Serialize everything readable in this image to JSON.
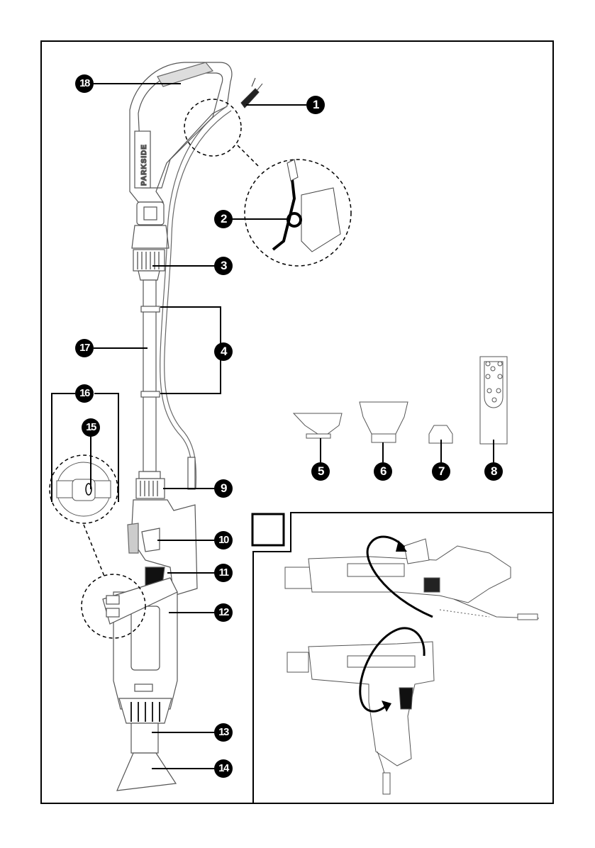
{
  "page": {
    "type": "product-manual-figure-page",
    "brand_label": "PARKSIDE",
    "inset_marker_label": ""
  },
  "callouts": [
    {
      "number": "1",
      "part": "power-plug"
    },
    {
      "number": "2",
      "part": "cable-strain-relief-hook"
    },
    {
      "number": "3",
      "part": "upper-locking-nut"
    },
    {
      "number": "4",
      "part": "cable-clips"
    },
    {
      "number": "5",
      "part": "surface-nozzle"
    },
    {
      "number": "6",
      "part": "flat-nozzle"
    },
    {
      "number": "7",
      "part": "reduction-nozzle"
    },
    {
      "number": "8",
      "part": "accessory-holder"
    },
    {
      "number": "9",
      "part": "lower-locking-nut"
    },
    {
      "number": "10",
      "part": "heat-gun-handle"
    },
    {
      "number": "11",
      "part": "on-off-switch"
    },
    {
      "number": "12",
      "part": "heat-gun-body"
    },
    {
      "number": "13",
      "part": "air-outlet-nozzle"
    },
    {
      "number": "14",
      "part": "attached-nozzle"
    },
    {
      "number": "15",
      "part": "release-button"
    },
    {
      "number": "16",
      "part": "temperature-buttons"
    },
    {
      "number": "17",
      "part": "extension-pole"
    },
    {
      "number": "18",
      "part": "top-handle"
    }
  ],
  "inset": {
    "description": "Rotation of the tool head between extended and pistol position",
    "arrows": [
      "clockwise-rotation",
      "counter-rotation"
    ]
  }
}
